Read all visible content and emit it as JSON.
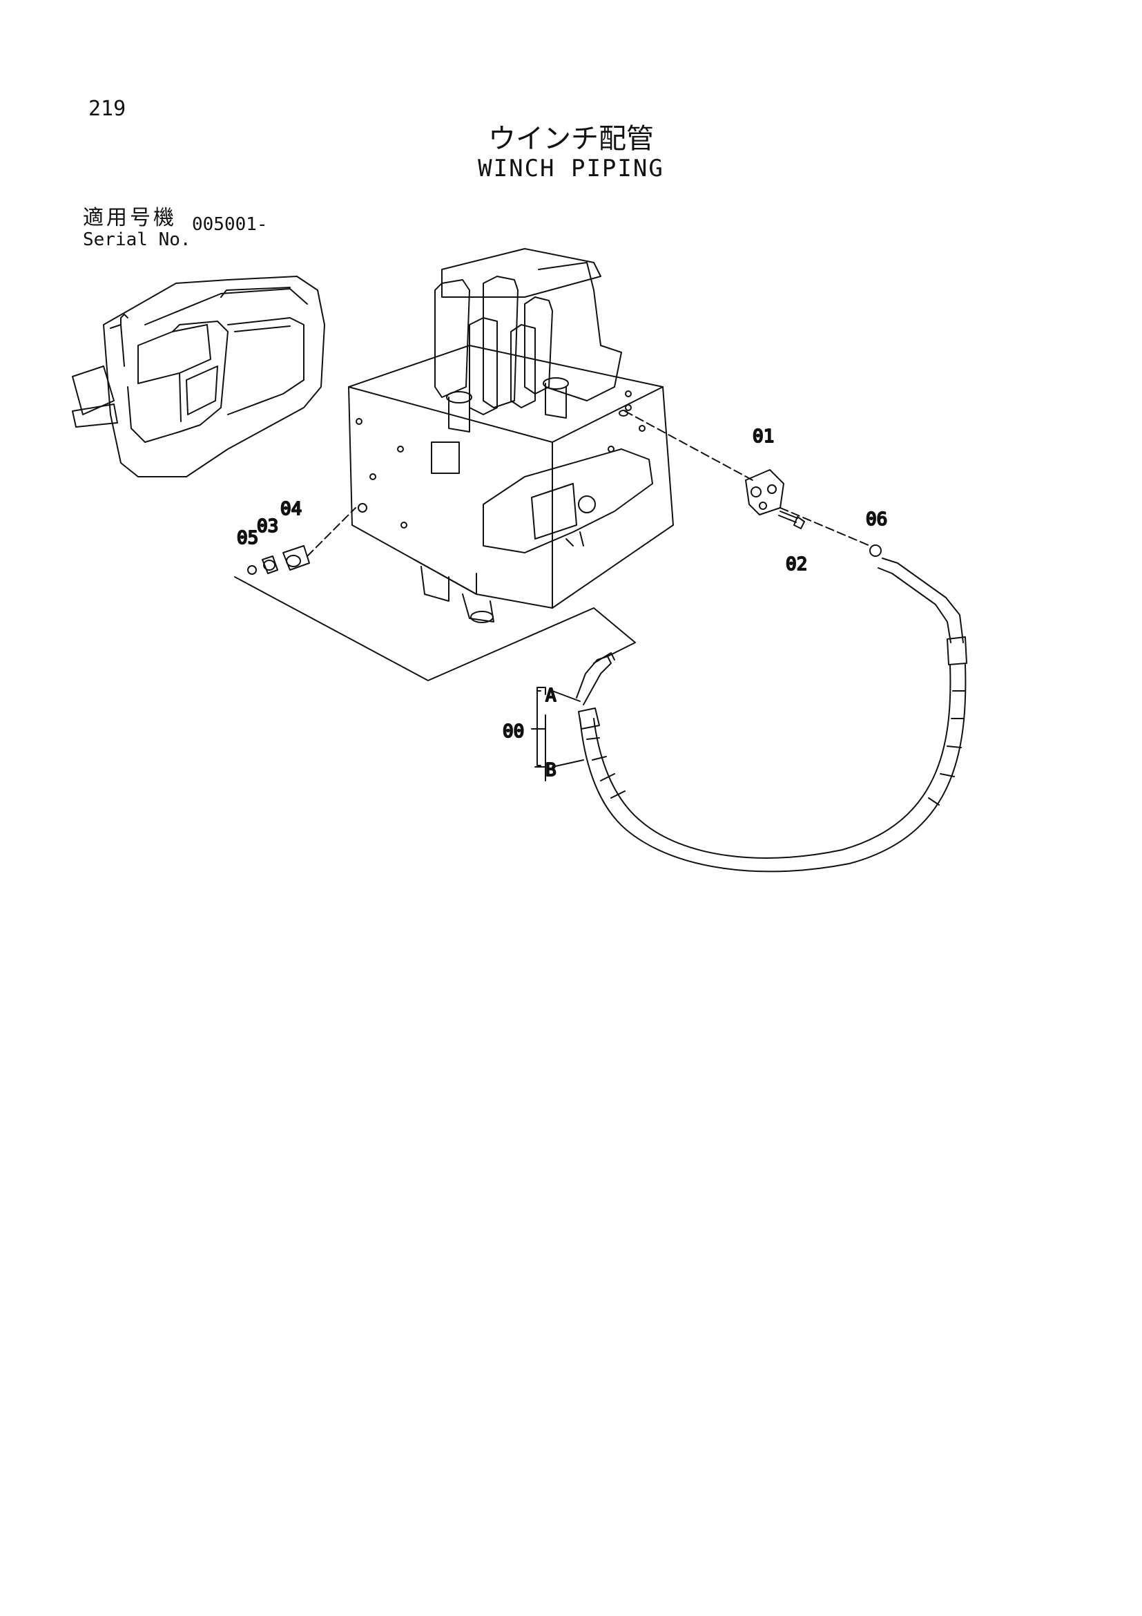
{
  "header": {
    "page_number": "219",
    "title_ja": "ウインチ配管",
    "title_en": "WINCH PIPING"
  },
  "serial": {
    "label_ja": "適用号機",
    "label_en": "Serial No.",
    "value": "005001-"
  },
  "callouts": {
    "p01": "01",
    "p02": "02",
    "p03": "03",
    "p04": "04",
    "p05": "05",
    "p06": "06",
    "p00": "00",
    "pA": "A",
    "pB": "B"
  }
}
